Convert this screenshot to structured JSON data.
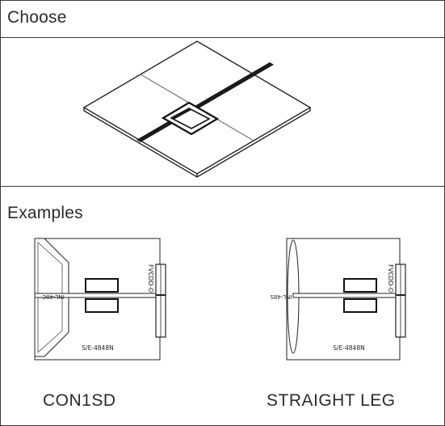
{
  "choose": {
    "title": "Choose",
    "option_name": "table-top-with-grommet"
  },
  "examples": {
    "title": "Examples",
    "items": [
      {
        "caption": "CON1SD",
        "base_label": "S/E-4848N",
        "side_label": "FVCDD-O",
        "rail_label": "INL-48C"
      },
      {
        "caption": "STRAIGHT LEG",
        "base_label": "S/E-4848N",
        "side_label": "FVCDD-O",
        "rail_label": "INL-48S"
      }
    ]
  }
}
